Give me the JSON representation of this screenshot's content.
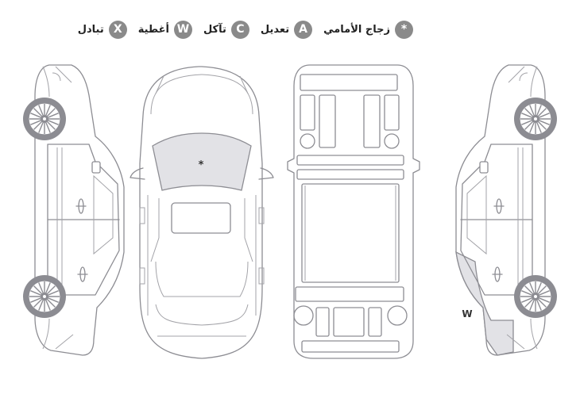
{
  "legend": [
    {
      "code": "*",
      "label": "زجاج الأمامي",
      "icon": "asterisk-icon"
    },
    {
      "code": "A",
      "label": "تعديل",
      "icon": "letter-a-badge"
    },
    {
      "code": "C",
      "label": "تآكل",
      "icon": "letter-c-badge"
    },
    {
      "code": "W",
      "label": "أغطية",
      "icon": "letter-w-badge"
    },
    {
      "code": "X",
      "label": "تبادل",
      "icon": "letter-x-badge"
    }
  ],
  "markers": {
    "windshield": "*",
    "rear_bumper": "W"
  },
  "colors": {
    "badge": "#8a8a8a",
    "outline": "#8d8d93",
    "marked_fill": "#e2e2e6"
  }
}
